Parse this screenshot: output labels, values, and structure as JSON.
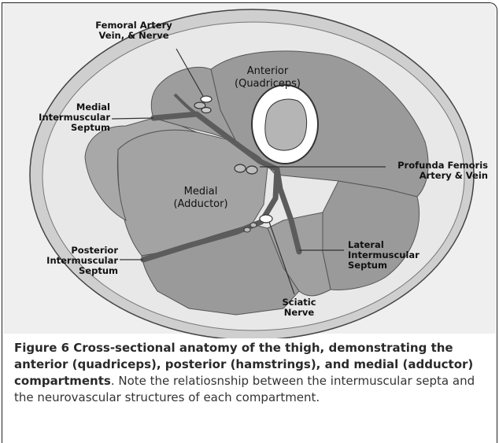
{
  "labels": {
    "femoral": "Femoral Artery\nVein, & Nerve",
    "medial_septum": "Medial\nIntermuscular\nSeptum",
    "anterior": "Anterior\n(Quadriceps)",
    "profunda": "Profunda Femoris\nArtery & Vein",
    "medial": "Medial\n(Adductor)",
    "posterior_septum": "Posterior\nIntermuscular\nSeptum",
    "lateral_septum": "Lateral\nIntermuscular\nSeptum",
    "sciatic": "Sciatic\nNerve"
  },
  "caption": {
    "bold": "Figure 6 Cross-sectional anatomy of the thigh, demonstrating the anterior (quadriceps), posterior (hamstrings), and medial (adductor) compartments",
    "rest": ". Note the relatiosnship between the intermuscular septa and the neurovascular structures of each compartment."
  },
  "colors": {
    "skin": "#c8c8c8",
    "fat": "#e3e3e3",
    "muscle": "#9a9a9a",
    "septum": "#5c5c5c",
    "bone": "#ffffff"
  }
}
